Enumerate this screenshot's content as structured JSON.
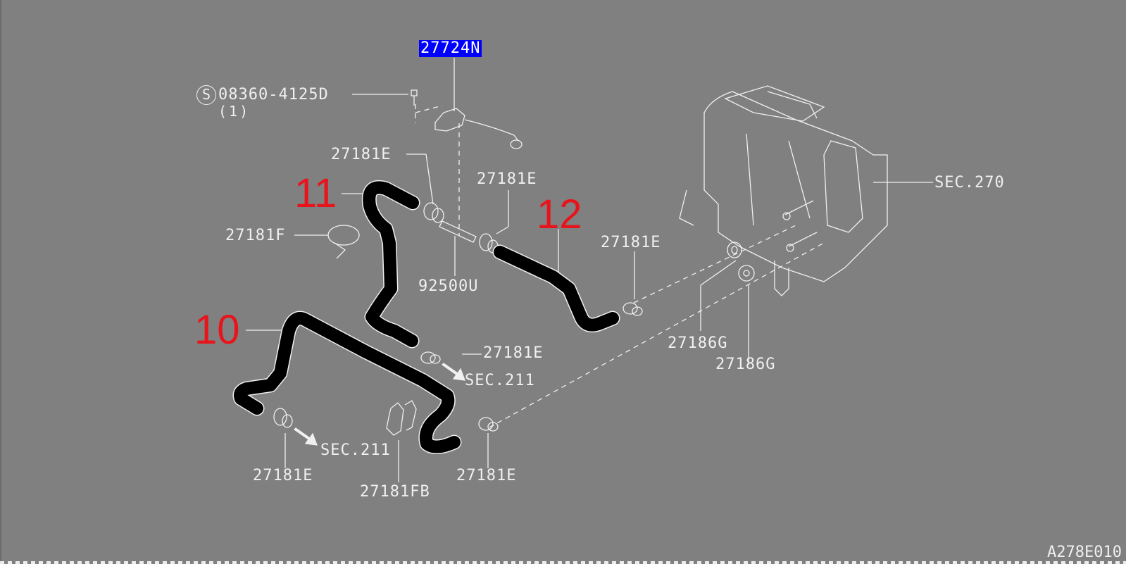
{
  "diagram": {
    "type": "exploded parts diagram",
    "background_color": "#808080",
    "line_color": "#f0f0f0",
    "hose_color": "#000000",
    "callout_number_color": "#e8141c",
    "highlight_color": "#0000ff",
    "reference_code": "A278E010"
  },
  "callouts": {
    "hose_10": "10",
    "hose_11": "11",
    "hose_12": "12"
  },
  "labels": {
    "sensor_highlighted": "27724N",
    "bolt": "08360-4125D",
    "bolt_standard_mark": "S",
    "bolt_qty": "(1)",
    "clamp_top": "27181E",
    "clamp_top_right": "27181E",
    "clamp_right": "27181E",
    "clamp_mid": "27181E",
    "clamp_bottom_left": "27181E",
    "clamp_bottom_right": "27181E",
    "band_clamp": "27181F",
    "clip_fb": "27181FB",
    "pipe": "92500U",
    "grommet_1": "27186G",
    "grommet_2": "27186G",
    "sec_270": "SEC.270",
    "sec_211_upper": "SEC.211",
    "sec_211_lower": "SEC.211"
  }
}
